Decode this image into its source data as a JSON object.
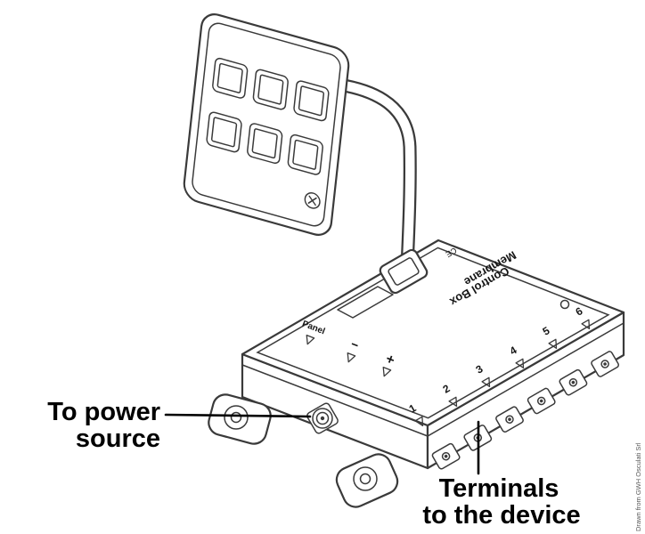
{
  "annotations": {
    "power_label_line1": "To power",
    "power_label_line2": "source",
    "terminals_label_line1": "Terminals",
    "terminals_label_line2": "to the device"
  },
  "box": {
    "brand_line1": "Membrane",
    "brand_line2": "Control Box",
    "ce_mark": "CE",
    "panel_port_label": "Panel",
    "minus_label": "−",
    "plus_label": "+",
    "terminal_numbers": [
      "1",
      "2",
      "3",
      "4",
      "5",
      "6"
    ]
  },
  "watermark": "Drawn from GWH Osculati Srl",
  "colors": {
    "line_color": "#3a3a3a",
    "label_color": "#000000",
    "background": "#ffffff"
  }
}
